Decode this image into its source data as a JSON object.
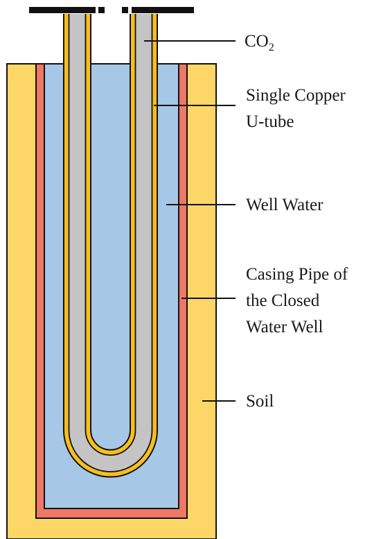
{
  "labels": {
    "co2_main": "CO",
    "co2_sub": "2",
    "u_tube_line1": "Single Copper",
    "u_tube_line2": "U-tube",
    "well_water": "Well Water",
    "casing_line1": "Casing Pipe of",
    "casing_line2": "the Closed",
    "casing_line3": "Water Well",
    "soil": "Soil"
  },
  "colors": {
    "soil": "#FCD667",
    "casing": "#EE7766",
    "water": "#A6C8E6",
    "copper": "#F8BE1C",
    "co2_fluid": "#C4C4C4",
    "outline": "#111111"
  }
}
